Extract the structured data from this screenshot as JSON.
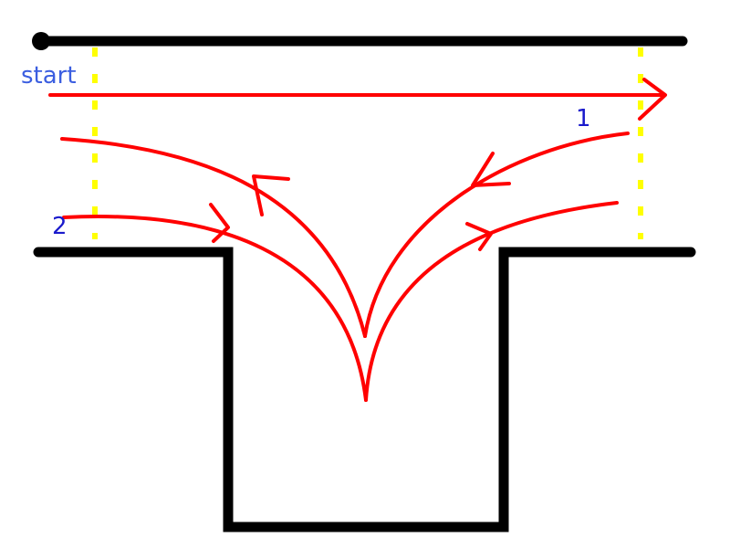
{
  "labels": {
    "start": "start",
    "one": "1",
    "two": "2"
  },
  "colors": {
    "wall": "#000000",
    "path": "#ff0000",
    "gate": "#ffff00",
    "label_start": "#3b5ee0",
    "label_number": "#1a1acc"
  }
}
